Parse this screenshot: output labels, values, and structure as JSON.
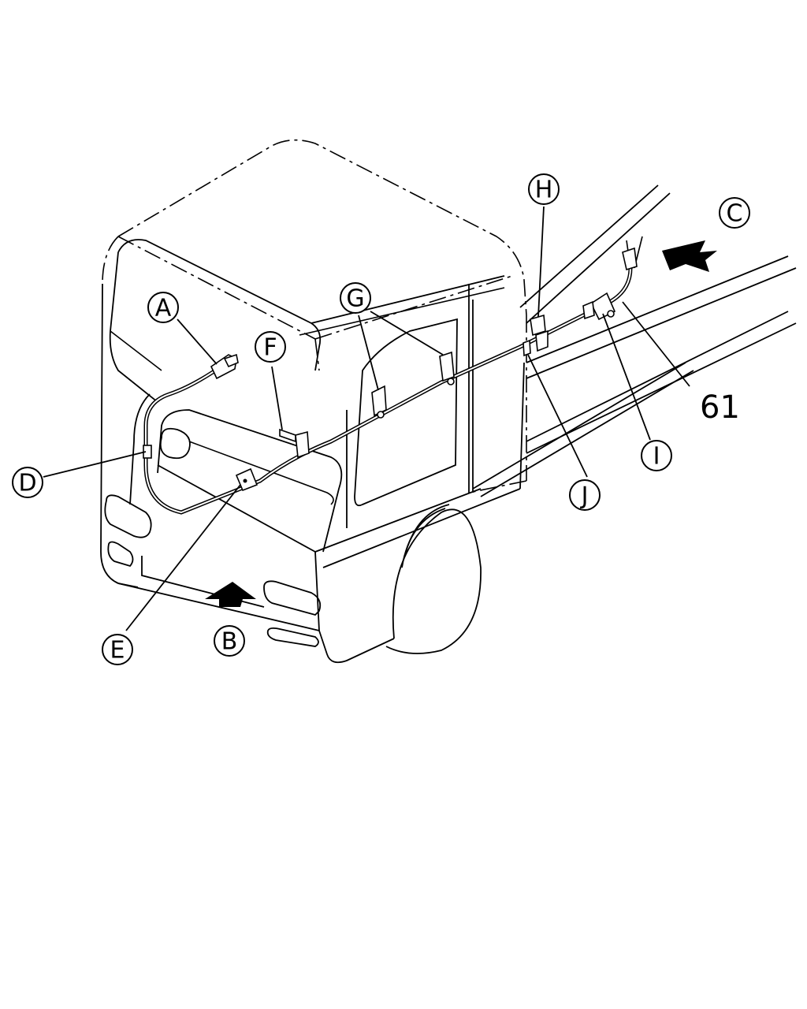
{
  "callouts": {
    "a": "A",
    "b": "B",
    "c": "C",
    "d": "D",
    "e": "E",
    "f": "F",
    "g": "G",
    "h": "H",
    "i": "I",
    "j": "J"
  },
  "part_number": "61",
  "colors": {
    "ink": "#000000",
    "paper": "#ffffff"
  }
}
